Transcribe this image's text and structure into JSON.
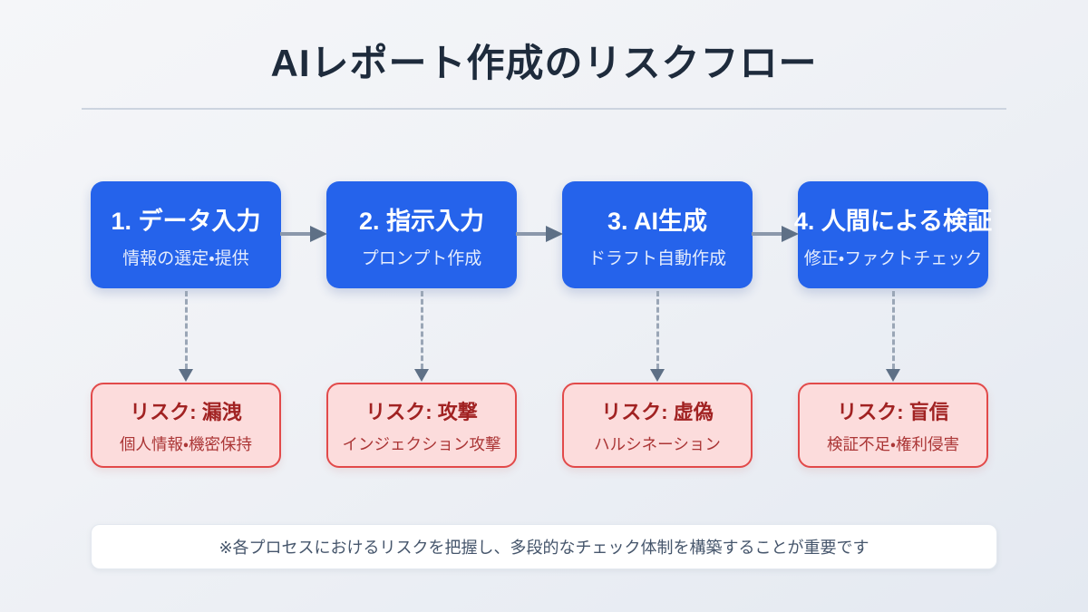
{
  "page": {
    "title": "AIレポート作成のリスクフロー",
    "note": "※各プロセスにおけるリスクを把握し、多段的なチェック体制を構築することが重要です"
  },
  "colors": {
    "step_box_bg": "#2563eb",
    "step_text": "#ffffff",
    "risk_box_bg": "#fcdcdc",
    "risk_box_border": "#e24a4a",
    "risk_title_text": "#a12222",
    "risk_subtitle_text": "#ab3636",
    "arrow_head": "#5e7086",
    "arrow_line": "#8b98ab",
    "dashed_connector": "#9aa6b6",
    "title_text": "#1e2b3c",
    "note_text": "#46566c",
    "divider": "#ccd4df"
  },
  "flow": {
    "steps": [
      {
        "title": "1. データ入力",
        "subtitle": "情報の選定・提供",
        "risk_title": "リスク: 漏洩",
        "risk_subtitle": "個人情報・機密保持"
      },
      {
        "title": "2. 指示入力",
        "subtitle": "プロンプト作成",
        "risk_title": "リスク: 攻撃",
        "risk_subtitle": "インジェクション攻撃"
      },
      {
        "title": "3. AI生成",
        "subtitle": "ドラフト自動作成",
        "risk_title": "リスク: 虚偽",
        "risk_subtitle": "ハルシネーション"
      },
      {
        "title": "4. 人間による検証",
        "subtitle": "修正・ファクトチェック",
        "risk_title": "リスク: 盲信",
        "risk_subtitle": "検証不足・権利侵害"
      }
    ]
  }
}
